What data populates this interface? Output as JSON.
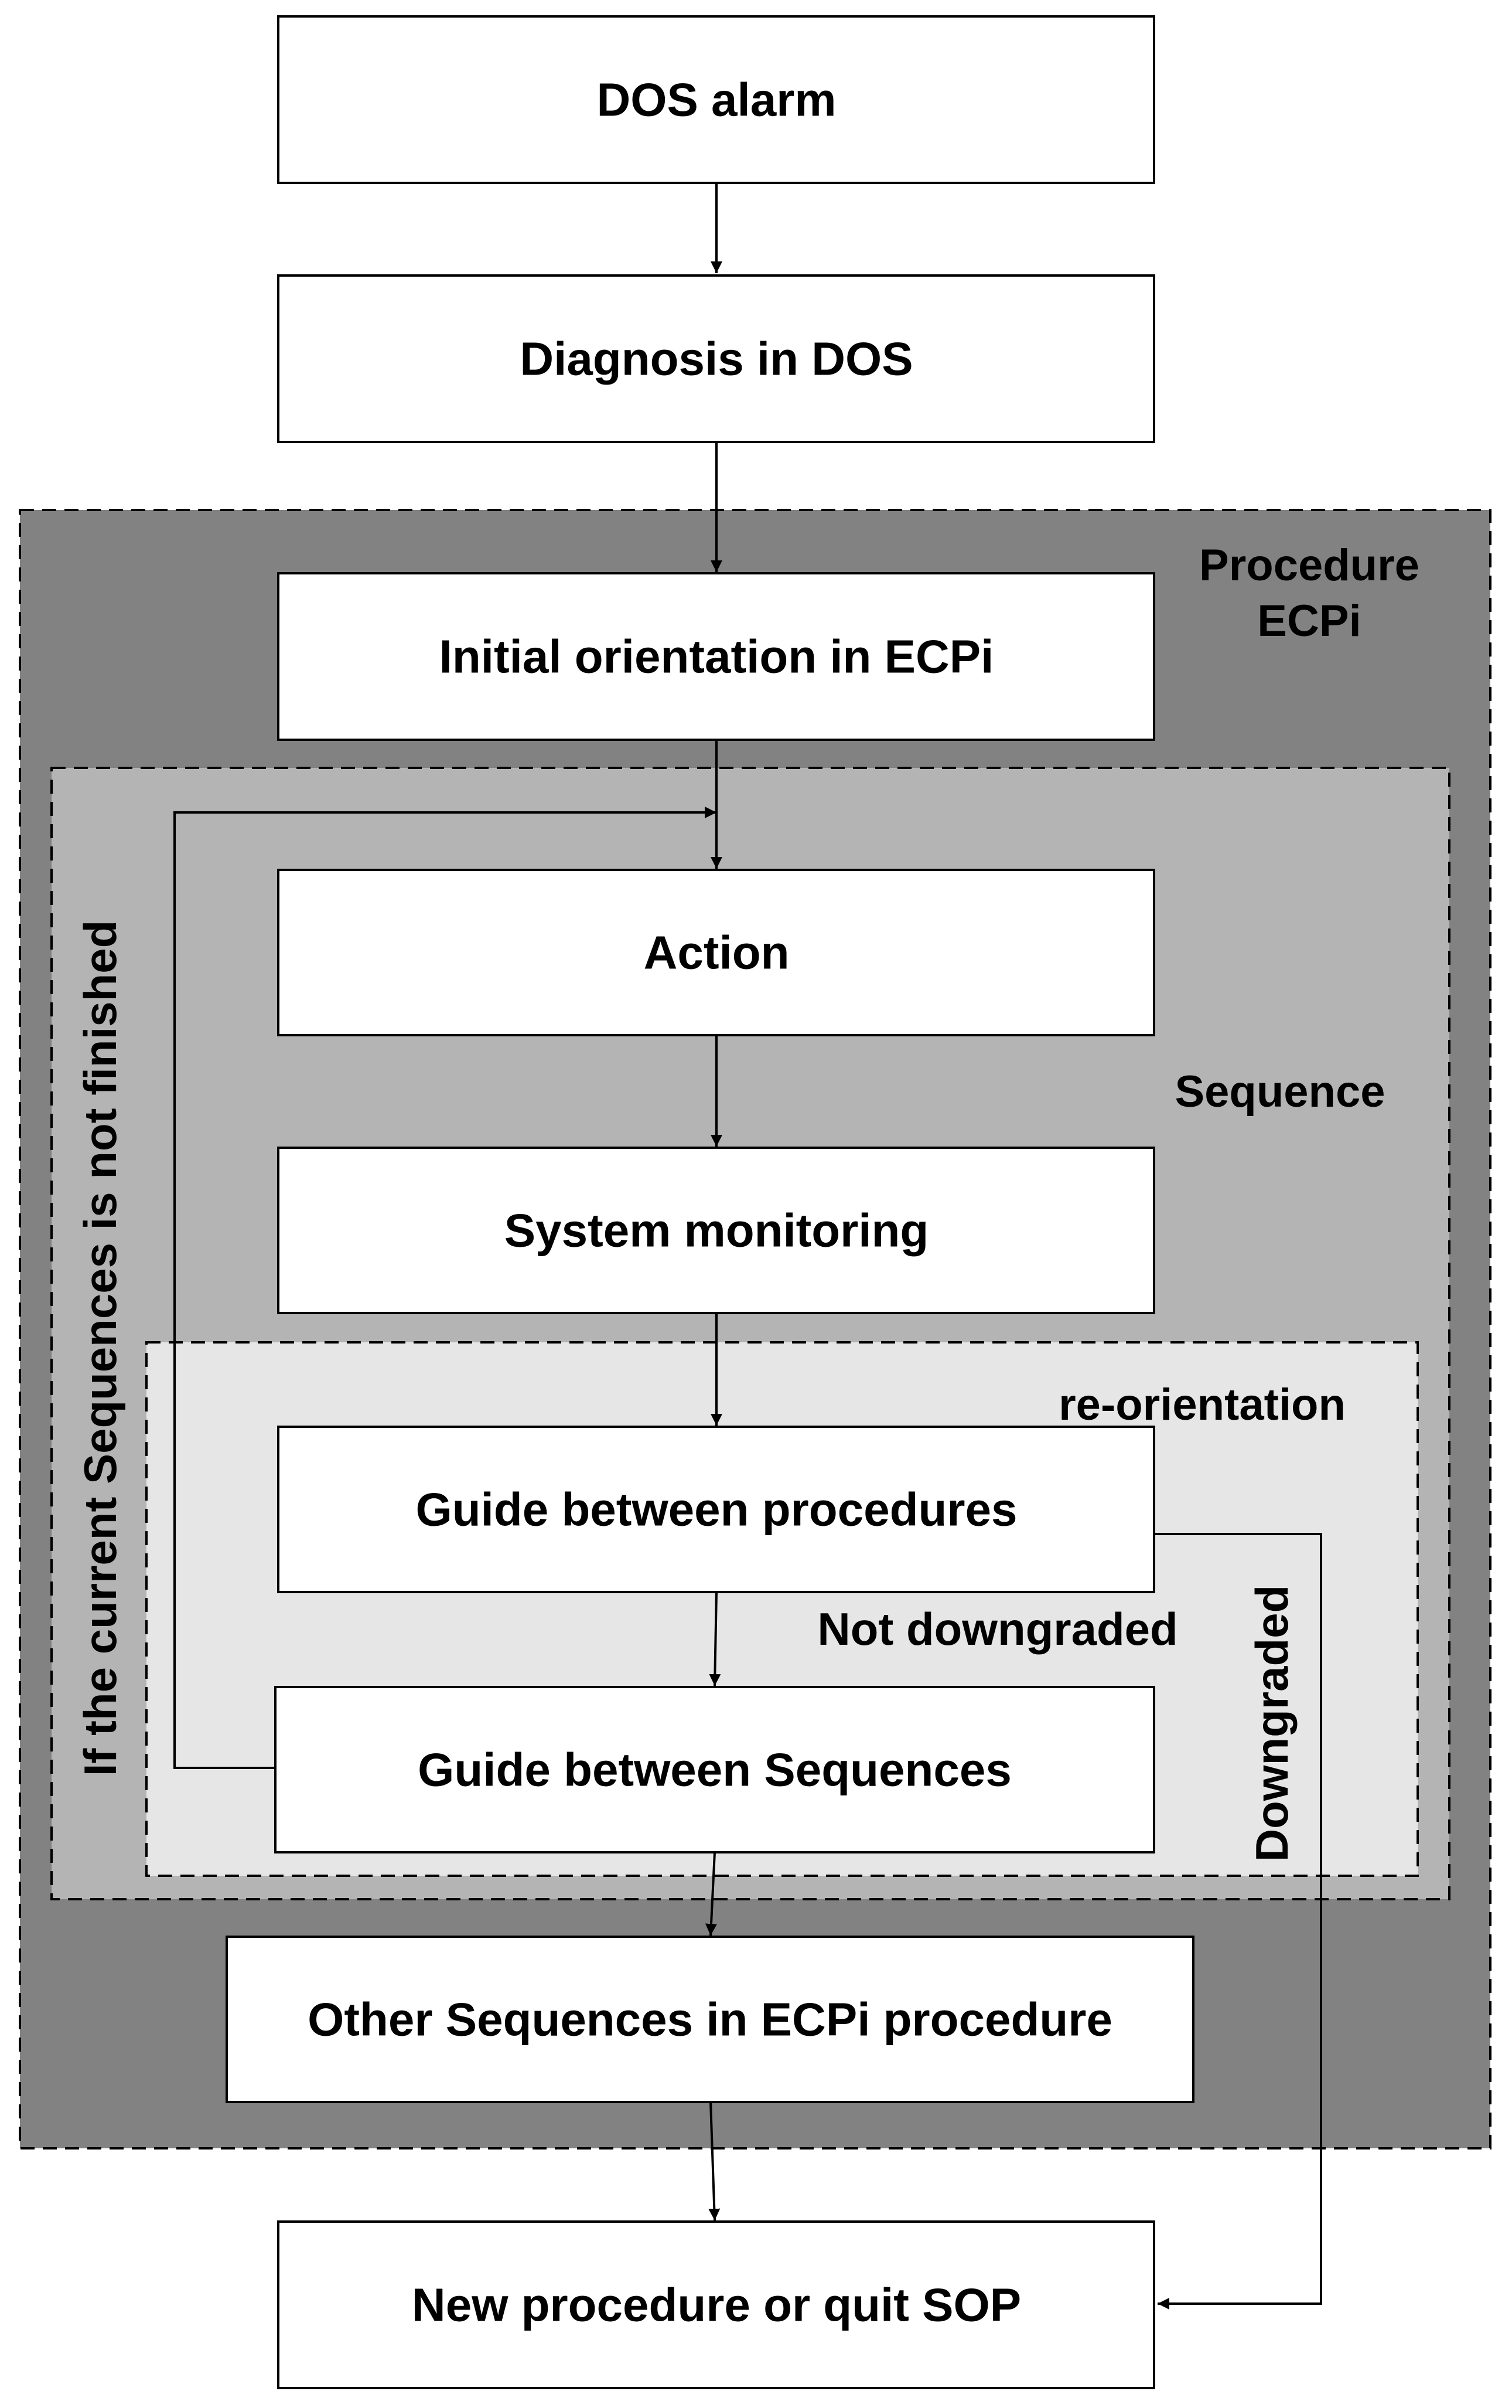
{
  "diagram": {
    "nodes": [
      {
        "id": "dos-alarm",
        "label": "DOS alarm"
      },
      {
        "id": "diagnosis",
        "label": "Diagnosis in DOS"
      },
      {
        "id": "initial-orientation",
        "label": "Initial orientation in ECPi"
      },
      {
        "id": "action",
        "label": "Action"
      },
      {
        "id": "system-monitoring",
        "label": "System monitoring"
      },
      {
        "id": "guide-procedures",
        "label": "Guide between procedures"
      },
      {
        "id": "guide-sequences",
        "label": "Guide between Sequences"
      },
      {
        "id": "other-sequences",
        "label": "Other Sequences in ECPi procedure"
      },
      {
        "id": "new-procedure",
        "label": "New procedure or quit SOP"
      }
    ],
    "regions": {
      "procedure_line1": "Procedure",
      "procedure_line2": "ECPi",
      "sequence": "Sequence",
      "reorientation": "re-orientation"
    },
    "edge_labels": {
      "not_downgraded": "Not downgraded",
      "downgraded": "Downgraded",
      "loop": "If the current Sequences  is not finished"
    },
    "colors": {
      "procedure_region": "#828282",
      "sequence_region": "#b4b4b4",
      "reorientation_region": "#e6e6e6",
      "box_fill": "#ffffff",
      "stroke": "#000000"
    }
  }
}
